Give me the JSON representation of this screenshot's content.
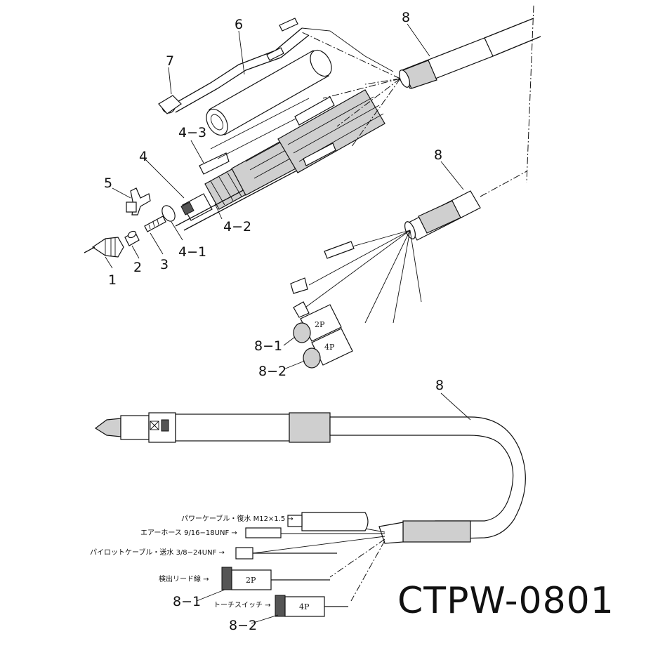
{
  "diagram": {
    "part_labels": [
      {
        "id": "p1",
        "text": "1"
      },
      {
        "id": "p2",
        "text": "2"
      },
      {
        "id": "p3",
        "text": "3"
      },
      {
        "id": "p4",
        "text": "4"
      },
      {
        "id": "p4_1",
        "text": "4−1"
      },
      {
        "id": "p4_2",
        "text": "4−2"
      },
      {
        "id": "p4_3",
        "text": "4−3"
      },
      {
        "id": "p5",
        "text": "5"
      },
      {
        "id": "p6",
        "text": "6"
      },
      {
        "id": "p7",
        "text": "7"
      },
      {
        "id": "p8a",
        "text": "8"
      },
      {
        "id": "p8b",
        "text": "8"
      },
      {
        "id": "p8c",
        "text": "8"
      },
      {
        "id": "p8_1a",
        "text": "8−1"
      },
      {
        "id": "p8_2a",
        "text": "8−2"
      },
      {
        "id": "p8_1b",
        "text": "8−1"
      },
      {
        "id": "p8_2b",
        "text": "8−2"
      }
    ],
    "connector_marks": {
      "two_pin": "2P",
      "four_pin": "4P"
    },
    "annotations": [
      {
        "id": "power",
        "text": "パワーケーブル・復水 M12×1.5 →"
      },
      {
        "id": "air",
        "text": "エアーホース 9/16−18UNF →"
      },
      {
        "id": "pilot",
        "text": "パイロットケーブル・送水 3/8−24UNF →"
      },
      {
        "id": "detect",
        "text": "検出リード線 →"
      },
      {
        "id": "switch",
        "text": "トーチスイッチ →"
      }
    ],
    "model_number": "CTPW-0801"
  }
}
